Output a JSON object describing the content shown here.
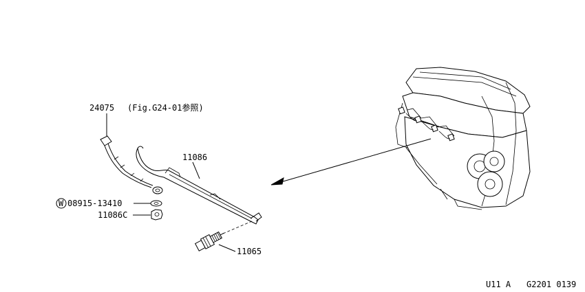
{
  "diagram": {
    "parts": {
      "harness": {
        "number": "24075",
        "note": "(Fig.G24-01参照)"
      },
      "washer": {
        "prefix": "W",
        "number": "08915-13410"
      },
      "nut": {
        "number": "11086C"
      },
      "bracket": {
        "number": "11086"
      },
      "plug": {
        "number": "11065"
      }
    },
    "footer": {
      "code_left": "U11 A",
      "code_right": "G2201 0139"
    }
  }
}
